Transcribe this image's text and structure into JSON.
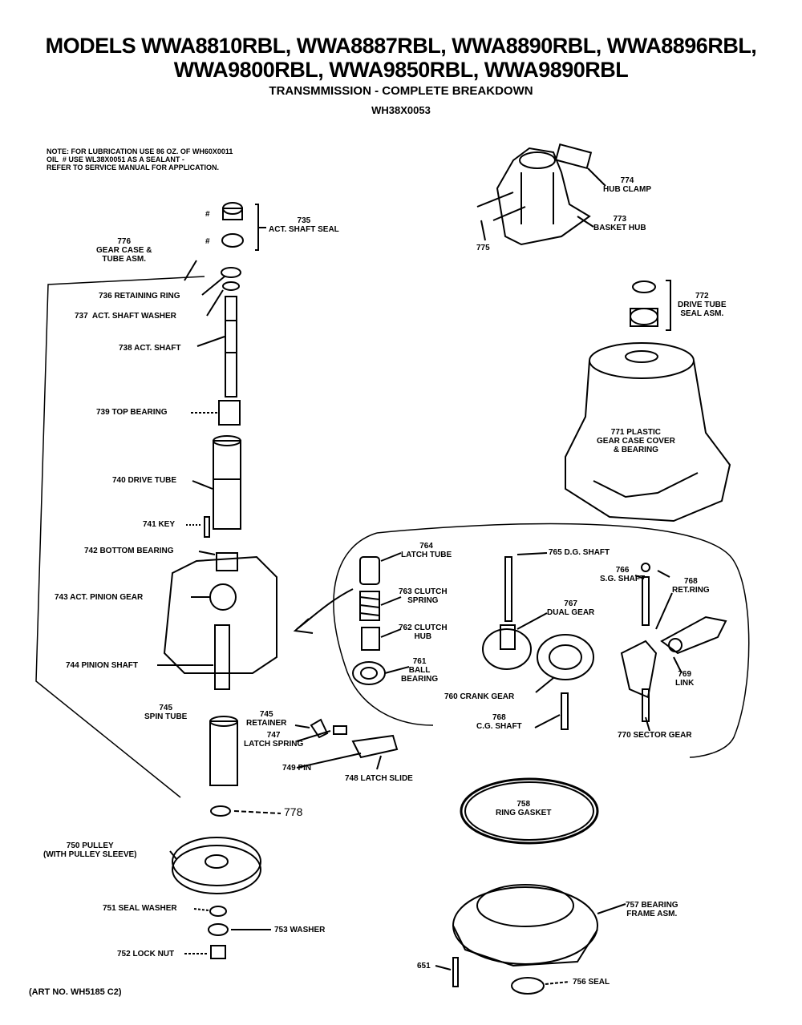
{
  "header": {
    "models_line1": "MODELS WWA8810RBL, WWA8887RBL, WWA8890RBL, WWA8896RBL,",
    "models_line2": "WWA9800RBL, WWA9850RBL, WWA9890RBL",
    "subtitle": "TRANSMMISSION - COMPLETE BREAKDOWN",
    "part_number": "WH38X0053"
  },
  "note": "NOTE: FOR LUBRICATION USE 86 OZ. OF WH60X0011\nOIL  # USE WL38X0051 AS A SEALANT -\nREFER TO SERVICE MANUAL FOR APPLICATION.",
  "labels": {
    "l774": "774\nHUB CLAMP",
    "l773": "773\nBASKET HUB",
    "l775": "775",
    "l735": "735\nACT. SHAFT SEAL",
    "hash1": "#",
    "hash2": "#",
    "l776": "776\nGEAR CASE &\nTUBE ASM.",
    "l772": "772\nDRIVE TUBE\nSEAL ASM.",
    "l736": "736 RETAINING RING",
    "l737": "737  ACT. SHAFT WASHER",
    "l738": "738 ACT. SHAFT",
    "l739": "739 TOP BEARING",
    "l771": "771 PLASTIC\nGEAR CASE COVER\n& BEARING",
    "l740": "740 DRIVE TUBE",
    "l741": "741 KEY",
    "l742": "742 BOTTOM BEARING",
    "l764": "764\nLATCH TUBE",
    "l765": "765 D.G. SHAFT",
    "l766": "766\nS.G. SHAFT",
    "l768": "768\nRET.RING",
    "l743": "743 ACT. PINION GEAR",
    "l763": "763 CLUTCH\nSPRING",
    "l767": "767\nDUAL GEAR",
    "l762c": "762 CLUTCH\nHUB",
    "l769": "769\nLINK",
    "l744": "744 PINION SHAFT",
    "l761": "761\nBALL\nBEARING",
    "l760": "760 CRANK GEAR",
    "l745a": "745\nSPIN TUBE",
    "l745b": "745\nRETAINER",
    "l747": "747\nLATCH SPRING",
    "l768b": "768\nC.G. SHAFT",
    "l770": "770 SECTOR GEAR",
    "l749": "749 PIN",
    "l748": "748 LATCH SLIDE",
    "l778": "778",
    "l758r": "758\nRING GASKET",
    "l750": "750 PULLEY\n(WITH PULLEY SLEEVE)",
    "l757": "757 BEARING\nFRAME ASM.",
    "l751": "751 SEAL WASHER",
    "l753": "753 WASHER",
    "l752": "752 LOCK NUT",
    "l651": "651",
    "l756": "756 SEAL"
  },
  "art_no": "(ART NO. WH5185 C2)"
}
